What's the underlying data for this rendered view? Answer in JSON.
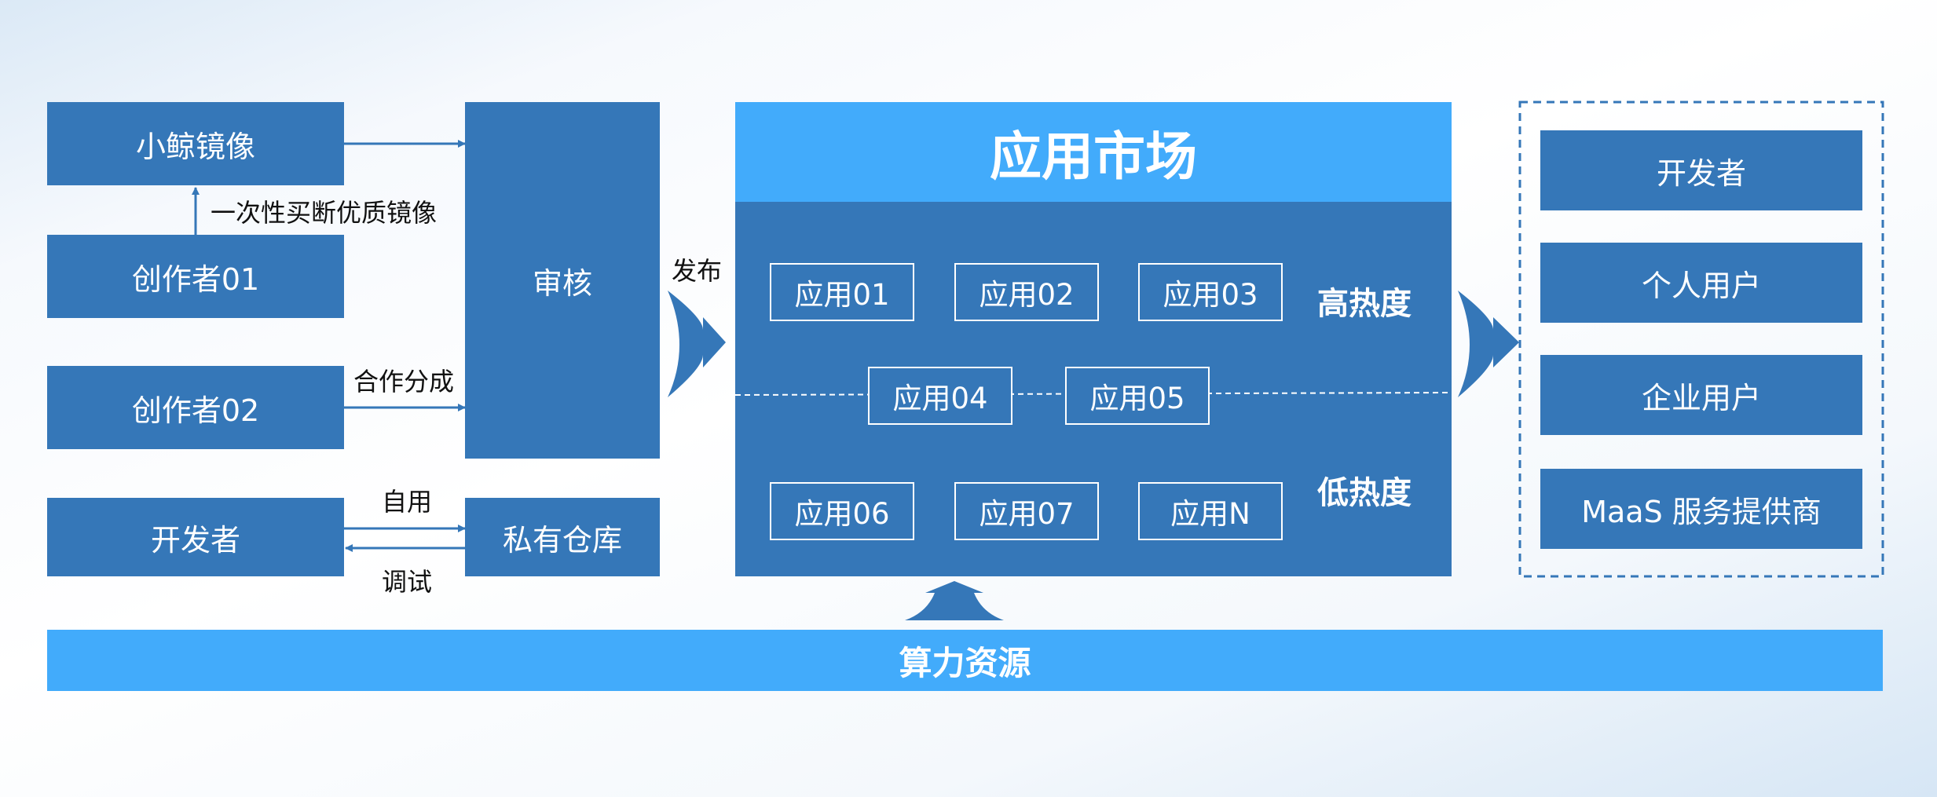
{
  "left": {
    "xiaojing_mirror": "小鲸镜像",
    "creator01": "创作者01",
    "creator02": "创作者02",
    "developer": "开发者",
    "buy_label": "一次性买断优质镜像",
    "share_label": "合作分成",
    "self_use_label": "自用",
    "debug_label": "调试"
  },
  "review": {
    "label": "审核"
  },
  "private_repo": {
    "label": "私有仓库"
  },
  "publish_label": "发布",
  "market": {
    "title": "应用市场",
    "high_heat": "高热度",
    "low_heat": "低热度",
    "apps": [
      "应用01",
      "应用02",
      "应用03",
      "应用04",
      "应用05",
      "应用06",
      "应用07",
      "应用N"
    ]
  },
  "users": {
    "developer": "开发者",
    "personal": "个人用户",
    "enterprise": "企业用户",
    "maas": "MaaS 服务提供商"
  },
  "compute": {
    "label": "算力资源"
  },
  "colors": {
    "dark_blue": "#3577b8",
    "light_blue": "#42abfb"
  }
}
